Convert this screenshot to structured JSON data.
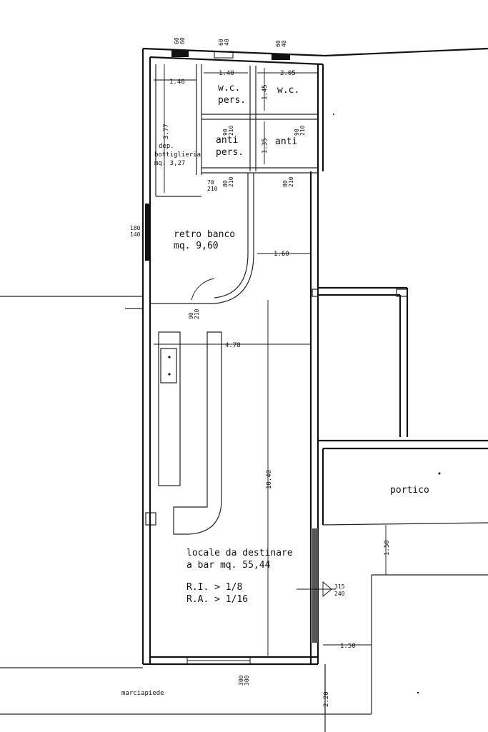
{
  "rooms": {
    "wc_pers": [
      "w.c.",
      "pers."
    ],
    "wc": "w.c.",
    "anti_pers": [
      "anti",
      "pers."
    ],
    "anti": "anti",
    "dep": [
      "dep.",
      "bottiglieria",
      "mq. 3,27"
    ],
    "retro": [
      "retro banco",
      "mq. 9,60"
    ],
    "locale": [
      "locale da destinare",
      "a bar  mq. 55,44"
    ],
    "ri": "R.I. > 1/8",
    "ra": "R.A. > 1/16",
    "portico_right": "portico",
    "marciapiede": "marciapiede"
  },
  "dims": {
    "d140a": "1.40",
    "d140b": "1.40",
    "d205": "2.05",
    "d145": "1.45",
    "d135": "1.35",
    "d377": "3.77",
    "d160": "1.60",
    "d478": "4.78",
    "d1040": "10.40",
    "d150a": "1.50",
    "d150b": "1.50",
    "d220": "2.20"
  },
  "openings": {
    "top1": [
      "60",
      "60"
    ],
    "top2": [
      "60",
      "40"
    ],
    "top3": [
      "60",
      "40"
    ],
    "door1": [
      "90",
      "210"
    ],
    "door2": [
      "90",
      "210"
    ],
    "door3": [
      "70",
      "210"
    ],
    "door4": [
      "80",
      "210"
    ],
    "door5": [
      "80",
      "210"
    ],
    "door6": [
      "90",
      "210"
    ],
    "win_left": [
      "180",
      "140"
    ],
    "win_right": [
      "315",
      "240"
    ],
    "win_bottom": [
      "300",
      "300"
    ]
  }
}
